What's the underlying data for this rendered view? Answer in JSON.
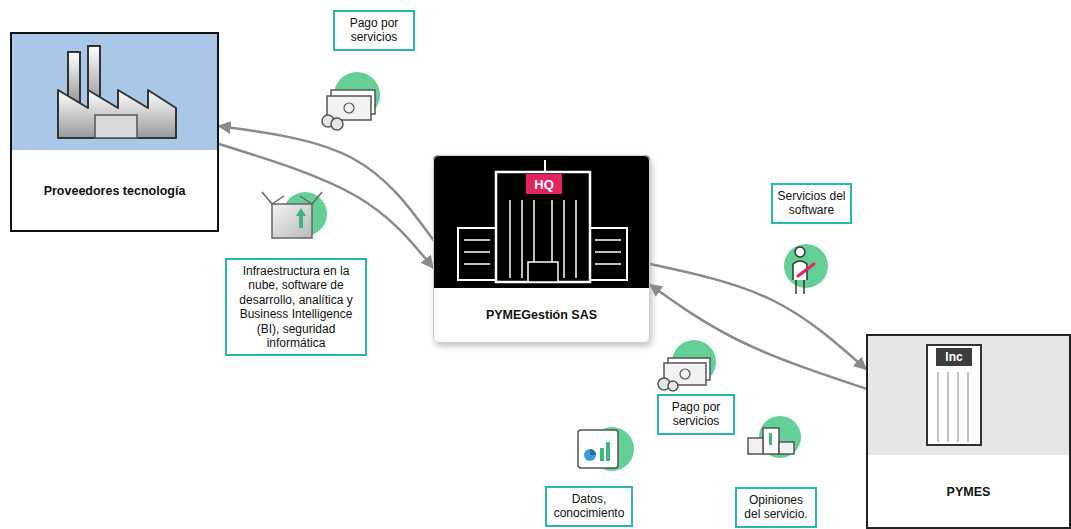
{
  "diagram": {
    "nodes": [
      {
        "text": [
          "Proveedores tecnología"
        ]
      },
      {
        "text": [
          "Pago por servicios"
        ]
      },
      {
        "text": [
          "Infraestructura en la nube, software de desarrollo, analítica y Business Intelligence (BI), seguridad informática"
        ]
      },
      {
        "text": [
          "PYMEGestión SAS"
        ]
      },
      {
        "text": [
          "Servicios del software"
        ]
      },
      {
        "text": [
          "Pago por servicios"
        ]
      },
      {
        "text": [
          "Datos, conocimiento"
        ]
      },
      {
        "text": [
          "Opiniones del servicio."
        ]
      },
      {
        "text": [
          "PYMES"
        ]
      }
    ],
    "edges": [
      {
        "from": 3,
        "to": 0,
        "arrow": "to"
      },
      {
        "from": 0,
        "to": 3,
        "arrow": "to"
      },
      {
        "from": 3,
        "to": 8,
        "arrow": "to"
      },
      {
        "from": 8,
        "to": 3,
        "arrow": "to"
      }
    ],
    "labels": [
      "HQ",
      "Inc"
    ]
  }
}
